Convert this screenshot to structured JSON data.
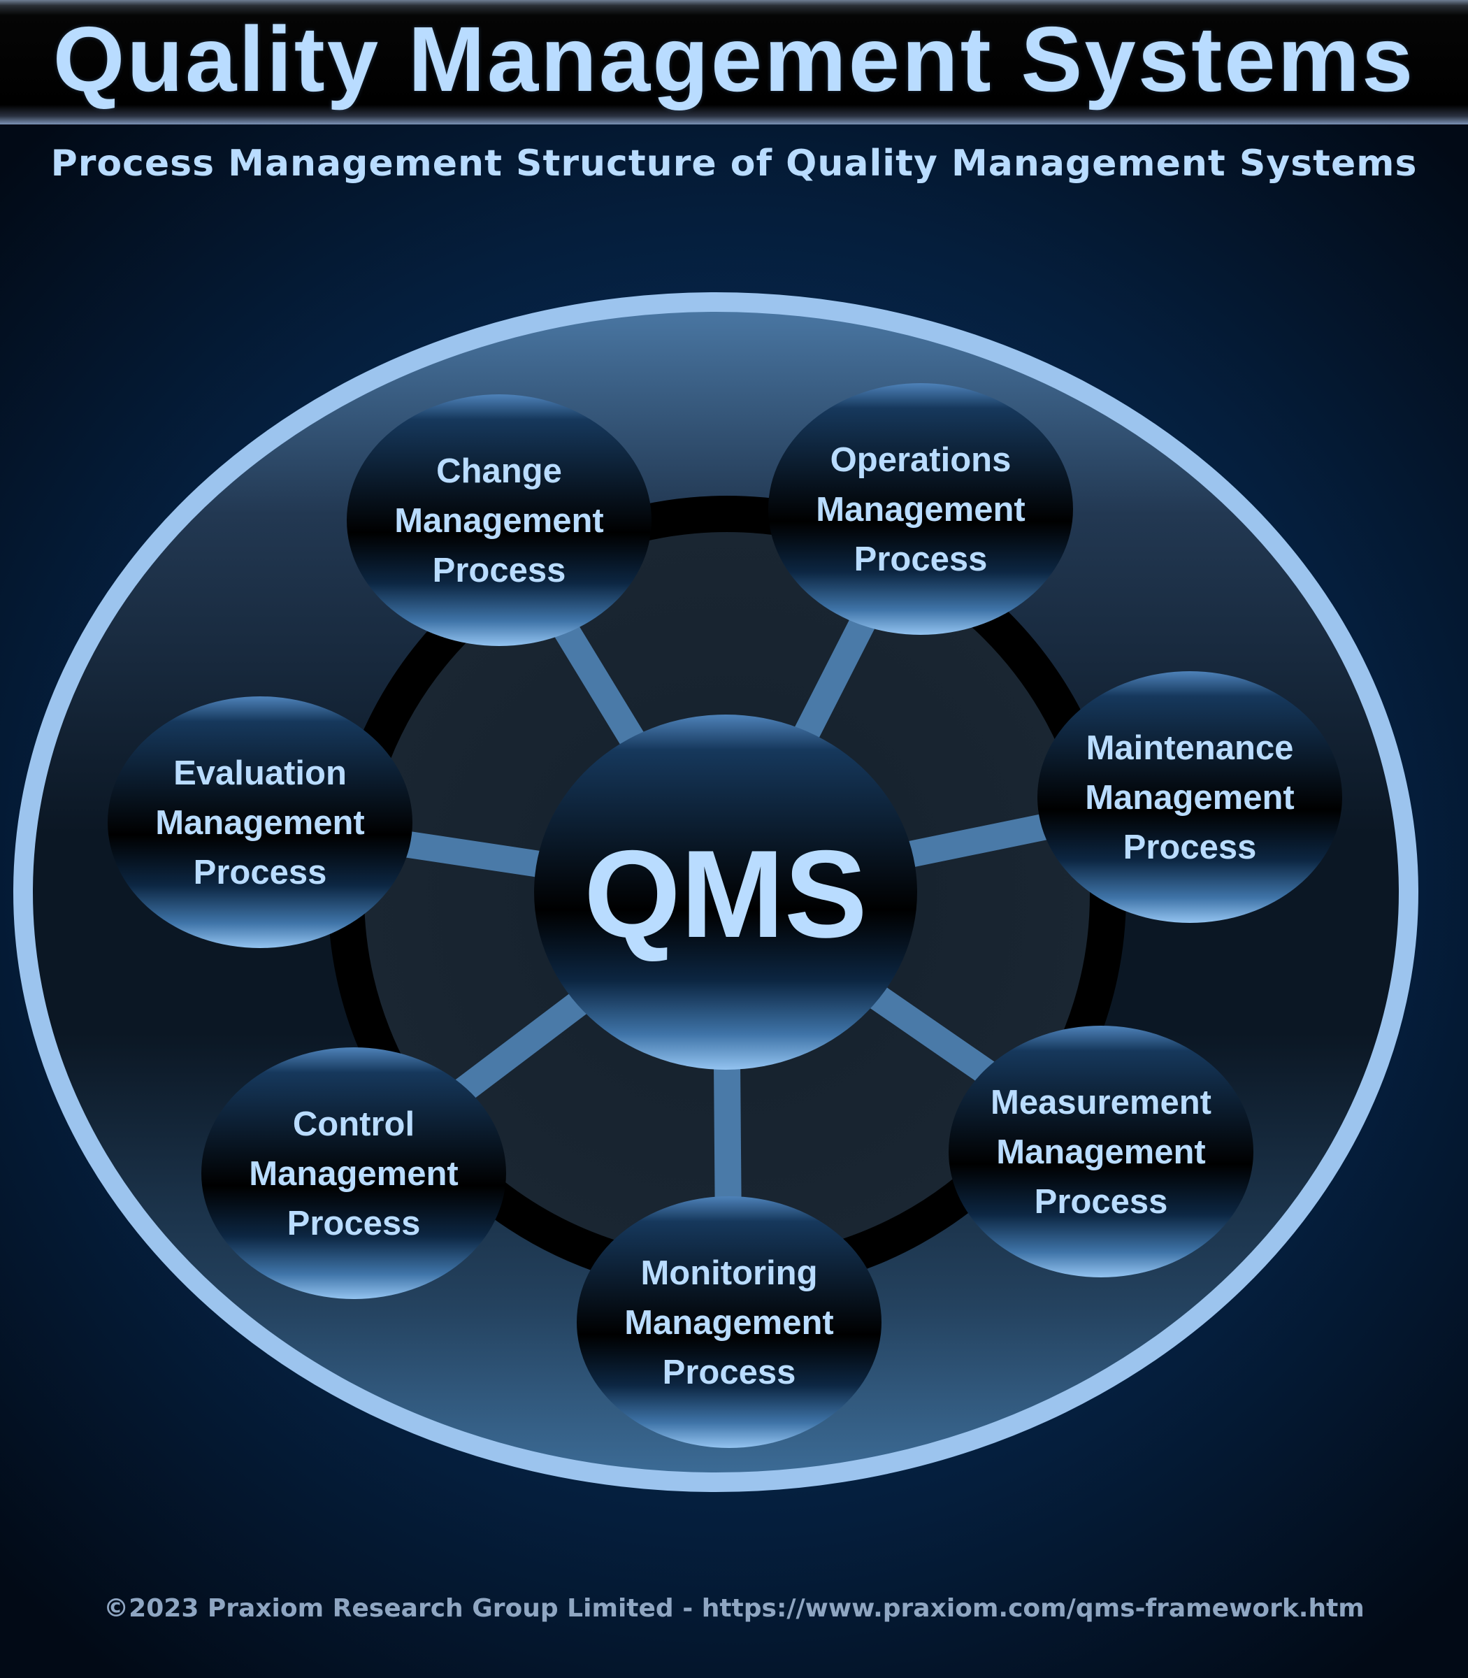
{
  "header": {
    "title": "Quality Management Systems",
    "subtitle": "Process Management Structure of Quality Management Systems"
  },
  "diagram": {
    "center": {
      "label": "QMS"
    },
    "nodes": [
      {
        "id": "change",
        "lines": [
          "Change",
          "Management",
          "Process"
        ]
      },
      {
        "id": "operations",
        "lines": [
          "Operations",
          "Management",
          "Process"
        ]
      },
      {
        "id": "maintenance",
        "lines": [
          "Maintenance",
          "Management",
          "Process"
        ]
      },
      {
        "id": "measurement",
        "lines": [
          "Measurement",
          "Management",
          "Process"
        ]
      },
      {
        "id": "monitoring",
        "lines": [
          "Monitoring",
          "Management",
          "Process"
        ]
      },
      {
        "id": "control",
        "lines": [
          "Control",
          "Management",
          "Process"
        ]
      },
      {
        "id": "evaluation",
        "lines": [
          "Evaluation",
          "Management",
          "Process"
        ]
      }
    ]
  },
  "footer": {
    "copyright": "©2023 Praxiom Research Group Limited - https://www.praxiom.com/qms-framework.htm"
  },
  "colors": {
    "text": "#b9dcff",
    "outer_ring": "#9cc4ee",
    "spoke": "#4a7aa8",
    "ring": "#000000"
  }
}
